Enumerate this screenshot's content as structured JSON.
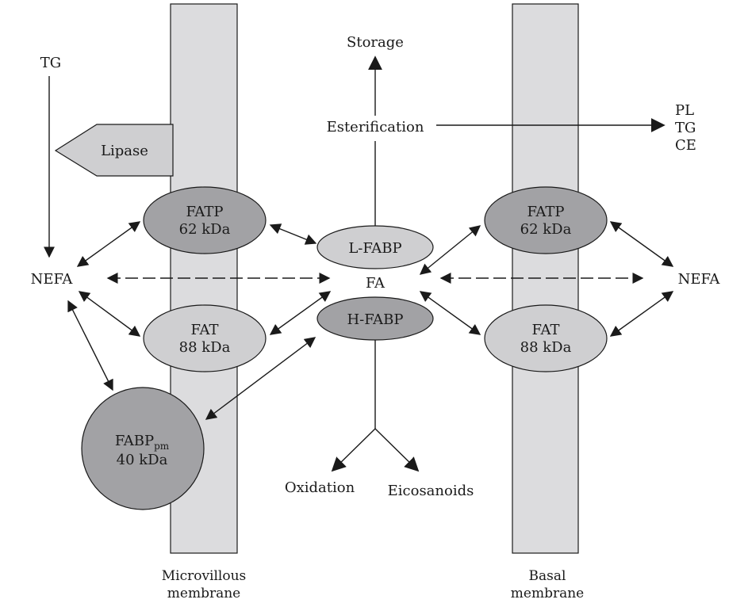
{
  "labels": {
    "tg_input": "TG",
    "lipase": "Lipase",
    "nefa_left": "NEFA",
    "nefa_right": "NEFA",
    "storage": "Storage",
    "esterification": "Esterification",
    "products": [
      "PL",
      "TG",
      "CE"
    ],
    "fa": "FA",
    "oxidation": "Oxidation",
    "eicosanoids": "Eicosanoids"
  },
  "proteins": {
    "fatp_left": {
      "name": "FATP",
      "size": "62 kDa"
    },
    "fat_left": {
      "name": "FAT",
      "size": "88 kDa"
    },
    "fabppm": {
      "name": "FABP",
      "subscript": "pm",
      "size": "40 kDa"
    },
    "lfabp": {
      "name": "L-FABP"
    },
    "hfabp": {
      "name": "H-FABP"
    },
    "fatp_right": {
      "name": "FATP",
      "size": "62 kDa"
    },
    "fat_right": {
      "name": "FAT",
      "size": "88 kDa"
    }
  },
  "membranes": {
    "microvillous": [
      "Microvillous",
      "membrane"
    ],
    "basal": [
      "Basal",
      "membrane"
    ]
  },
  "colors": {
    "membrane_fill": "#dcdcde",
    "dark_protein": "#a2a2a5",
    "light_protein": "#cfcfd1",
    "stroke": "#1a1a1a"
  }
}
